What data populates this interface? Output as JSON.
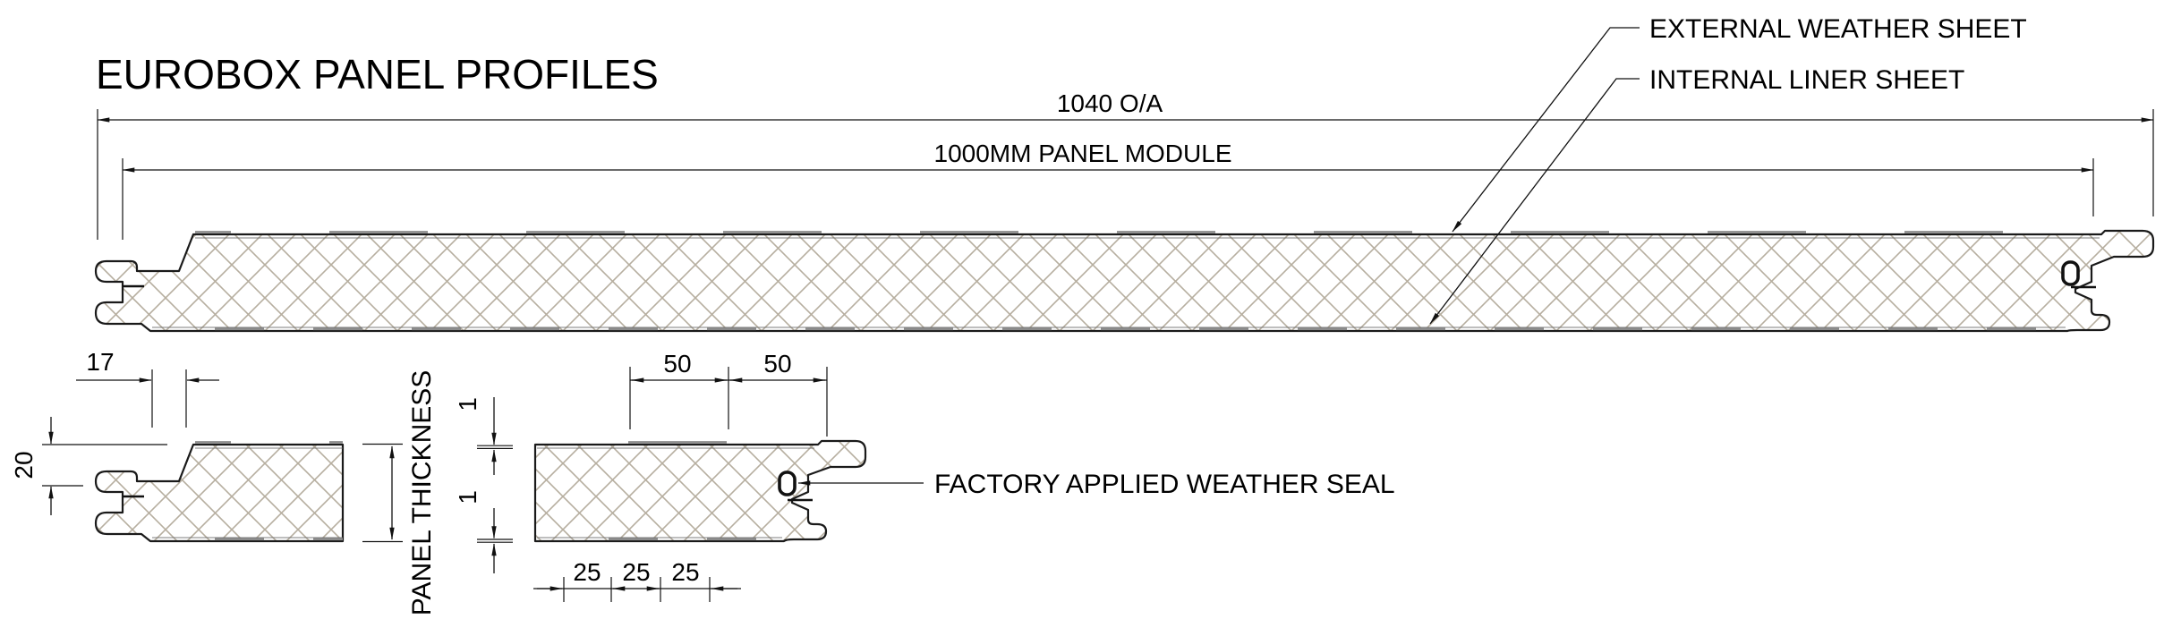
{
  "title": "EUROBOX PANEL PROFILES",
  "main_view": {
    "overall_dim": "1040 O/A",
    "module_dim": "1000MM PANEL MODULE",
    "external_label": "EXTERNAL WEATHER SHEET",
    "internal_label": "INTERNAL LINER SHEET"
  },
  "left_detail": {
    "tongue_offset_dim": "17",
    "tongue_depth_dim": "20",
    "thickness_label": "PANEL THICKNESS"
  },
  "middle_detail": {
    "rib_dim_a": "50",
    "rib_dim_b": "50",
    "sheet_dim_top": "1",
    "sheet_dim_bottom": "1",
    "groove_dim_a": "25",
    "groove_dim_b": "25",
    "groove_dim_c": "25",
    "seal_label": "FACTORY APPLIED WEATHER SEAL"
  },
  "colors": {
    "background": "#ffffff",
    "outline": "#1a1a1a",
    "hatch": "#b6ae9f",
    "sheet_gray": "#8c8c8c",
    "text": "#000000"
  }
}
